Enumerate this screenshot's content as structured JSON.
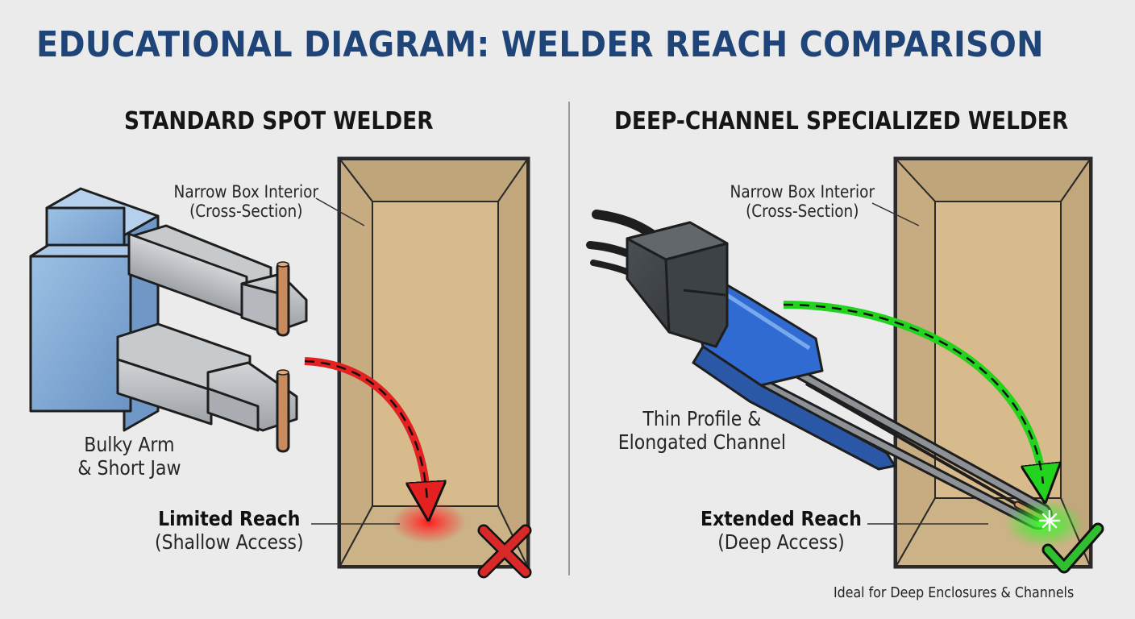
{
  "title": "EDUCATIONAL DIAGRAM: WELDER REACH COMPARISON",
  "left": {
    "heading": "STANDARD SPOT WELDER",
    "box_label_line1": "Narrow Box Interior",
    "box_label_line2": "(Cross-Section)",
    "feature_line1": "Bulky Arm",
    "feature_line2": "& Short Jaw",
    "reach_title": "Limited Reach",
    "reach_sub": "(Shallow Access)"
  },
  "right": {
    "heading": "DEEP-CHANNEL SPECIALIZED WELDER",
    "box_label_line1": "Narrow Box Interior",
    "box_label_line2": "(Cross-Section)",
    "feature_line1": "Thin Profile &",
    "feature_line2": "Elongated Channel",
    "reach_title": "Extended Reach",
    "reach_sub": "(Deep Access)",
    "footnote": "Ideal for Deep Enclosures & Channels"
  },
  "colors": {
    "title": "#1e4478",
    "box_frame": "#cdb58a",
    "box_interior": "#d8bb8c",
    "welder_body": "#7ea6d0",
    "arm_gray": "#b9bcc0",
    "electrode": "#c98a5c",
    "limited_arrow": "#e42020",
    "extended_arrow": "#22d41d",
    "fail_mark": "#d82828",
    "ok_mark": "#2fbf2f",
    "channel_blue": "#2f6bd0"
  },
  "icons": {
    "fail": "red-x-icon",
    "ok": "green-check-icon"
  }
}
